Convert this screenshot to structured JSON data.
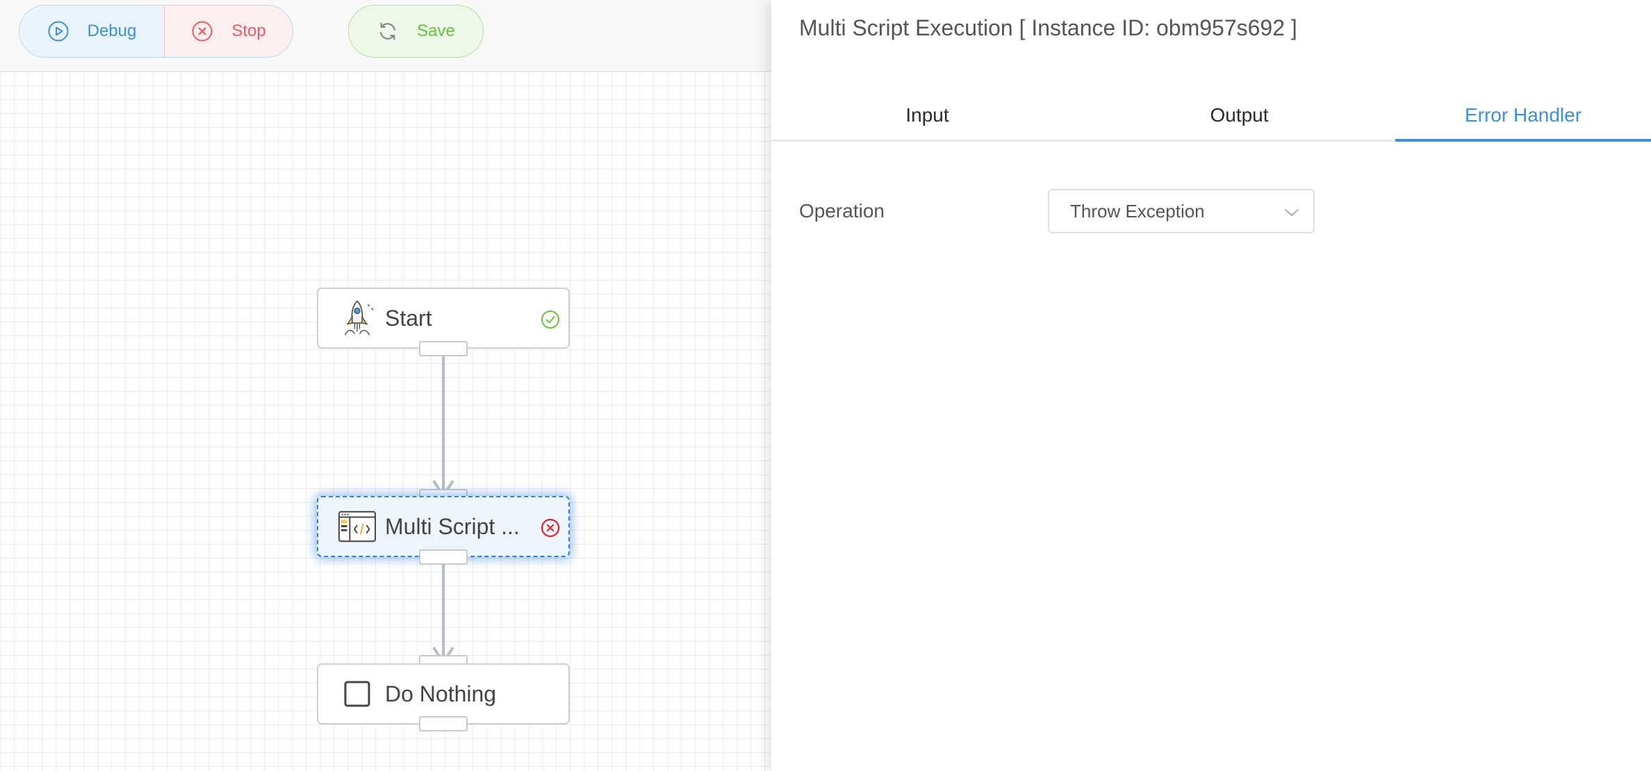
{
  "toolbar": {
    "debug_label": "Debug",
    "stop_label": "Stop",
    "save_label": "Save"
  },
  "flow": {
    "nodes": [
      {
        "id": "start",
        "label": "Start",
        "status": "success",
        "icon": "rocket-icon"
      },
      {
        "id": "multi-script",
        "label": "Multi Script ...",
        "status": "error",
        "icon": "code-window-icon",
        "selected": true
      },
      {
        "id": "do-nothing",
        "label": "Do Nothing",
        "status": "none",
        "icon": "square-icon"
      }
    ]
  },
  "panel": {
    "title": "Multi Script Execution [ Instance ID: obm957s692 ]",
    "tabs": [
      {
        "label": "Input",
        "active": false
      },
      {
        "label": "Output",
        "active": false
      },
      {
        "label": "Error Handler",
        "active": true
      }
    ],
    "form": {
      "operation_label": "Operation",
      "operation_value": "Throw Exception"
    }
  },
  "colors": {
    "accent": "#3a8fe0",
    "danger": "#ea5a5f",
    "success": "#67c23a"
  }
}
